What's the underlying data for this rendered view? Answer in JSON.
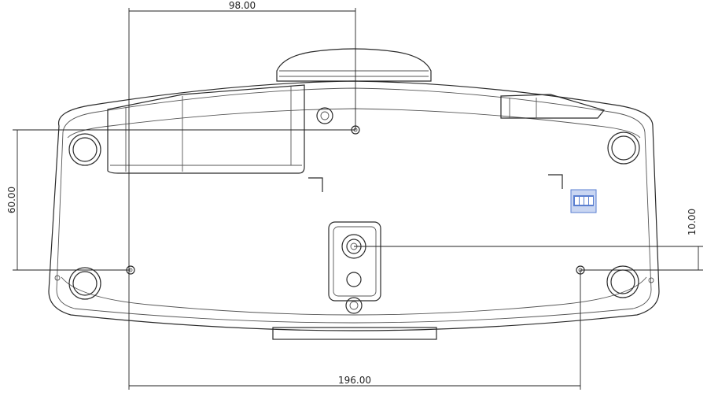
{
  "dimensions": {
    "top_width": "98.00",
    "bottom_width": "196.00",
    "left_height": "60.00",
    "right_offset": "10.00"
  },
  "colors": {
    "line": "#2a2a2a",
    "background": "#ffffff",
    "dip_switch": "#5a7fd0"
  }
}
